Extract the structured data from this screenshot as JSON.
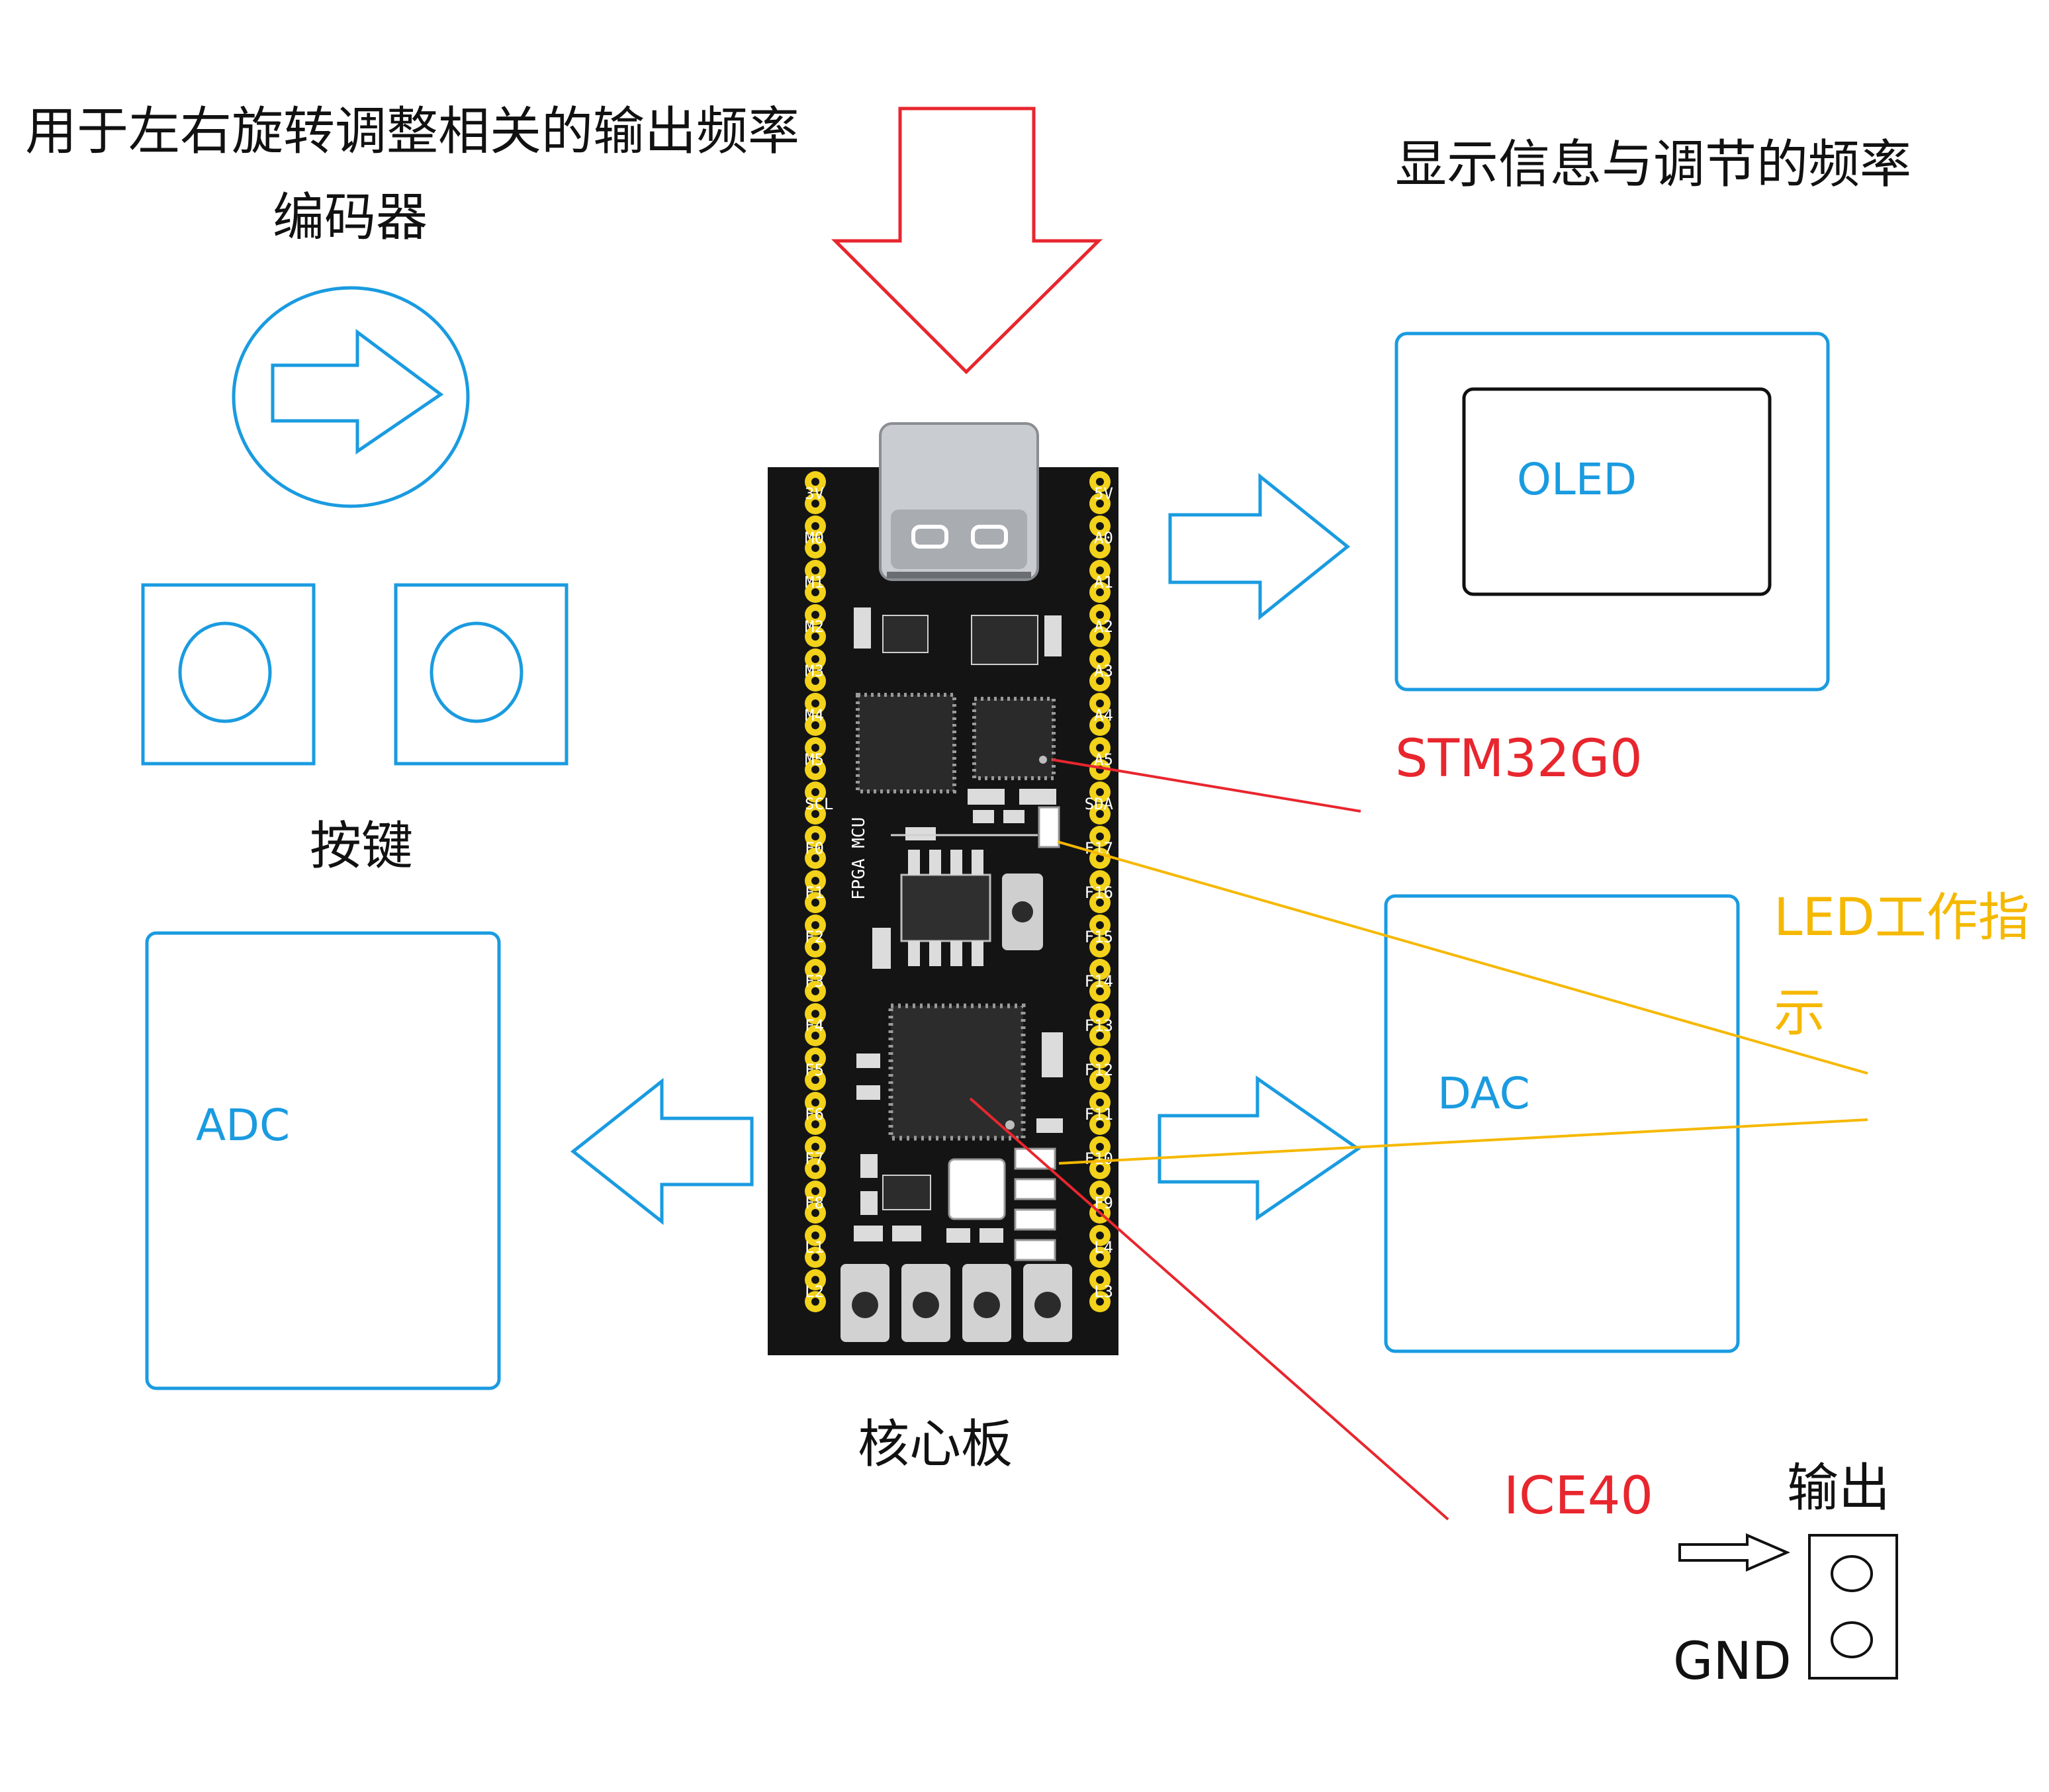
{
  "labels": {
    "encoder_purpose": "用于左右旋转调整相关的输出频率",
    "encoder": "编码器",
    "display_purpose": "显示信息与调节的频率",
    "oled": "OLED",
    "stm32": "STM32G0",
    "buttons": "按键",
    "led_line1": "LED工作指",
    "led_line2": "示",
    "adc": "ADC",
    "dac": "DAC",
    "core_board": "核心板",
    "ice40": "ICE40",
    "output": "输出",
    "gnd": "GND",
    "board_side": "FPGA MCU"
  },
  "pins_left": [
    "3V",
    "M0",
    "M1",
    "M2",
    "M3",
    "M4",
    "M5",
    "SCL",
    "F0",
    "F1",
    "F2",
    "F3",
    "F4",
    "F5",
    "F6",
    "F7",
    "F8",
    "L1",
    "L2"
  ],
  "pins_right": [
    "5V",
    "A0",
    "A1",
    "A2",
    "A3",
    "A4",
    "A5",
    "SDA",
    "F17",
    "F16",
    "F15",
    "F14",
    "F13",
    "F12",
    "F11",
    "F10",
    "F9",
    "L4",
    "L3"
  ],
  "colors": {
    "blue": "#1a9be0",
    "red": "#e8262e",
    "yellow": "#f5b800",
    "board": "#141414",
    "pad": "#f2d21a"
  }
}
